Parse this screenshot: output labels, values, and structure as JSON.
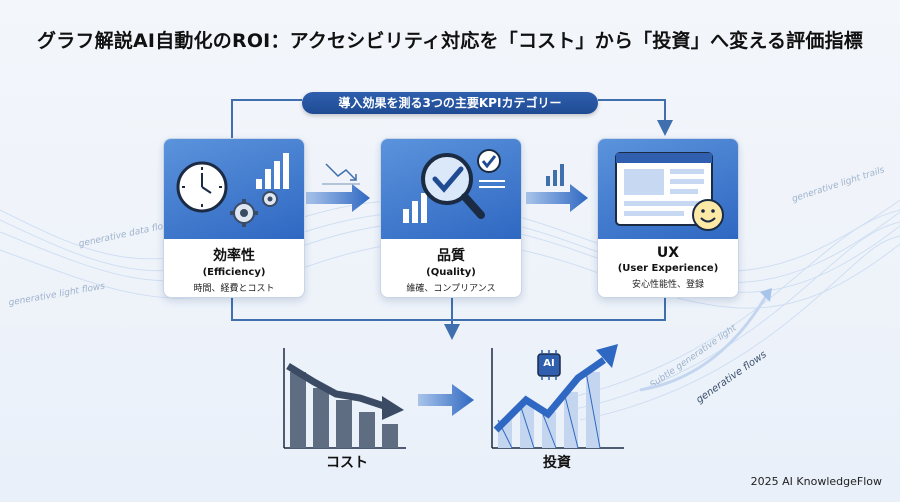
{
  "title": "グラフ解説AI自動化のROI：アクセシビリティ対応を「コスト」から「投資」へ変える評価指標",
  "category_label": "導入効果を測る3つの主要KPIカテゴリー",
  "cards": [
    {
      "title": "効率性",
      "subtitle": "(Efficiency)",
      "desc": "時間、経費とコスト",
      "icon": "clock-gear-icon"
    },
    {
      "title": "品質",
      "subtitle": "(Quality)",
      "desc": "維確、コンプリアンス",
      "icon": "magnifier-check-icon"
    },
    {
      "title": "UX",
      "subtitle": "(User Experience)",
      "desc": "安心性能性、登録",
      "icon": "browser-smile-icon"
    }
  ],
  "bottom": {
    "cost_label": "コスト",
    "invest_label": "投資",
    "ai_chip": "AI"
  },
  "flow_texts": [
    "generative data flow",
    "generative light flows",
    "generative light trails",
    "Subtle generative light",
    "generative flows"
  ],
  "footer": "2025 AI KnowledgeFlow",
  "colors": {
    "primary": "#2f68c2",
    "dark": "#1f4b93",
    "connector": "#3f6fad",
    "bar_gray": "#5f6d82"
  }
}
